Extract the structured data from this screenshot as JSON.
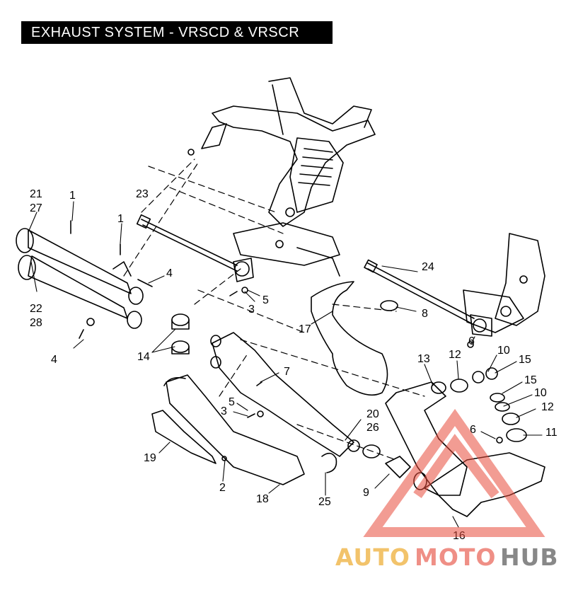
{
  "title": "EXHAUST SYSTEM - VRSCD & VRSCR",
  "watermark": {
    "part1": "AUTO",
    "part2": "MOTO",
    "part3": "HUB"
  },
  "callouts": [
    "21",
    "27",
    "1",
    "23",
    "1",
    "4",
    "22",
    "28",
    "4",
    "14",
    "5",
    "3",
    "24",
    "8",
    "17",
    "13",
    "12",
    "6",
    "10",
    "15",
    "15",
    "10",
    "12",
    "7",
    "5",
    "3",
    "20",
    "26",
    "6",
    "11",
    "19",
    "2",
    "18",
    "25",
    "9",
    "16"
  ],
  "colors": {
    "title_bg": "#000000",
    "title_text": "#ffffff",
    "watermark_red": "#e84a3a",
    "watermark_gold": "#f2c36b",
    "watermark_grey": "#888888"
  }
}
